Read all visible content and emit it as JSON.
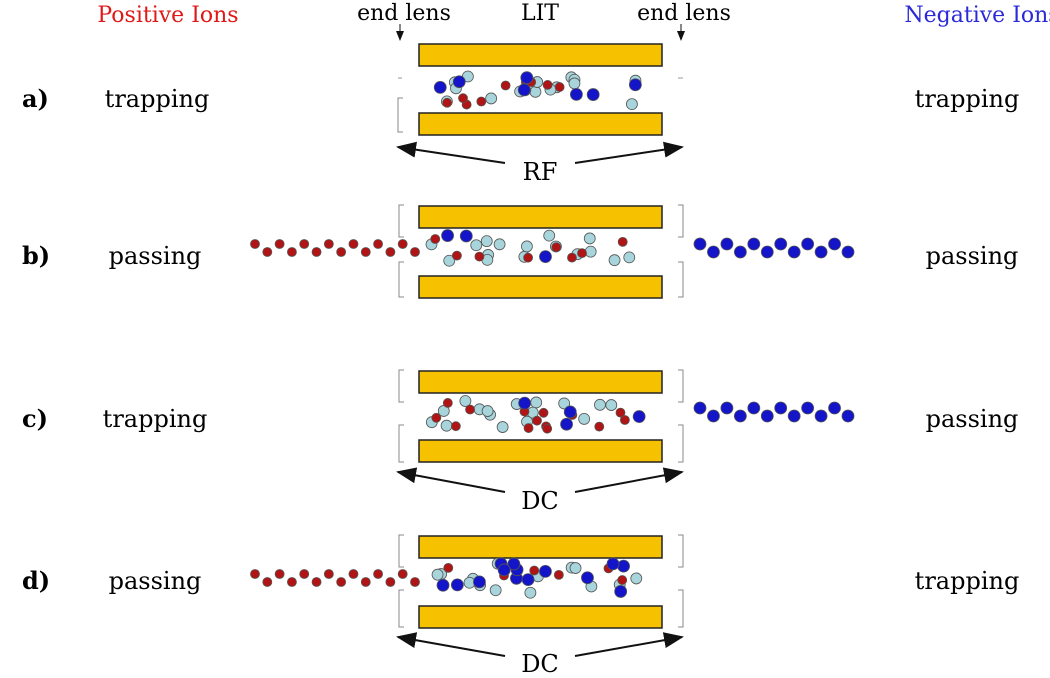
{
  "headers": {
    "positive": "Positive Ions",
    "negative": "Negative Ions",
    "end_lens_left": "end lens",
    "end_lens_right": "end lens",
    "lit": "LIT"
  },
  "colors": {
    "positive": "#e01818",
    "negative": "#2a2ad8",
    "rod": "#f6c200",
    "ion_pos": "#b01414",
    "ion_neg": "#1414c8",
    "ion_neutral": "#a8d4dc"
  },
  "rows": [
    {
      "id": "a",
      "label": "a)",
      "left_state": "trapping",
      "right_state": "trapping",
      "field": "RF"
    },
    {
      "id": "b",
      "label": "b)",
      "left_state": "passing",
      "right_state": "passing",
      "field": ""
    },
    {
      "id": "c",
      "label": "c)",
      "left_state": "trapping",
      "right_state": "passing",
      "field": "DC"
    },
    {
      "id": "d",
      "label": "d)",
      "left_state": "passing",
      "right_state": "trapping",
      "field": "DC"
    }
  ]
}
